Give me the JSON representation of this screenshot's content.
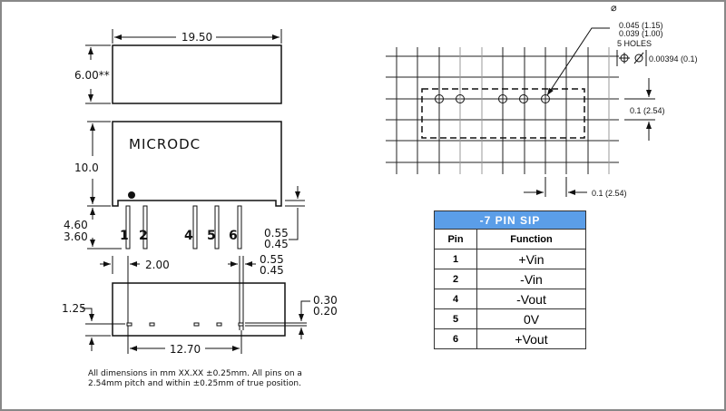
{
  "left_drawing": {
    "width_dim": "19.50",
    "height_dim": "6.00**",
    "body_label": "MICRODC",
    "body_height_dim": "10.0",
    "pin_length_dim": [
      "4.60",
      "3.60"
    ],
    "standoff_dim": [
      "0.55",
      "0.45"
    ],
    "pin_numbers": [
      "1",
      "2",
      "4",
      "5",
      "6"
    ],
    "pin1_offset_dim": "2.00",
    "pin_width_dim": [
      "0.55",
      "0.45"
    ],
    "pin_row_dim": "1.25",
    "pin_thickness_dim": [
      "0.30",
      "0.20"
    ],
    "pin_span_dim": "12.70",
    "note": [
      "All dimensions in mm XX.XX ±0.25mm. All pins on a",
      "2.54mm pitch and within ±0.25mm of true position."
    ]
  },
  "footprint": {
    "hole_dia": [
      "0.045 (1.15)",
      "0.039 (1.00)"
    ],
    "hole_count": "5 HOLES",
    "tolerance": "0.00394 (0.1)",
    "pitch_v": "0.1 (2.54)",
    "pitch_h": "0.1 (2.54)"
  },
  "pin_table": {
    "title": "-7 PIN SIP",
    "headers": [
      "Pin",
      "Function"
    ],
    "rows": [
      {
        "pin": "1",
        "function": "+Vin"
      },
      {
        "pin": "2",
        "function": "-Vin"
      },
      {
        "pin": "4",
        "function": "-Vout"
      },
      {
        "pin": "5",
        "function": "0V"
      },
      {
        "pin": "6",
        "function": "+Vout"
      }
    ]
  }
}
